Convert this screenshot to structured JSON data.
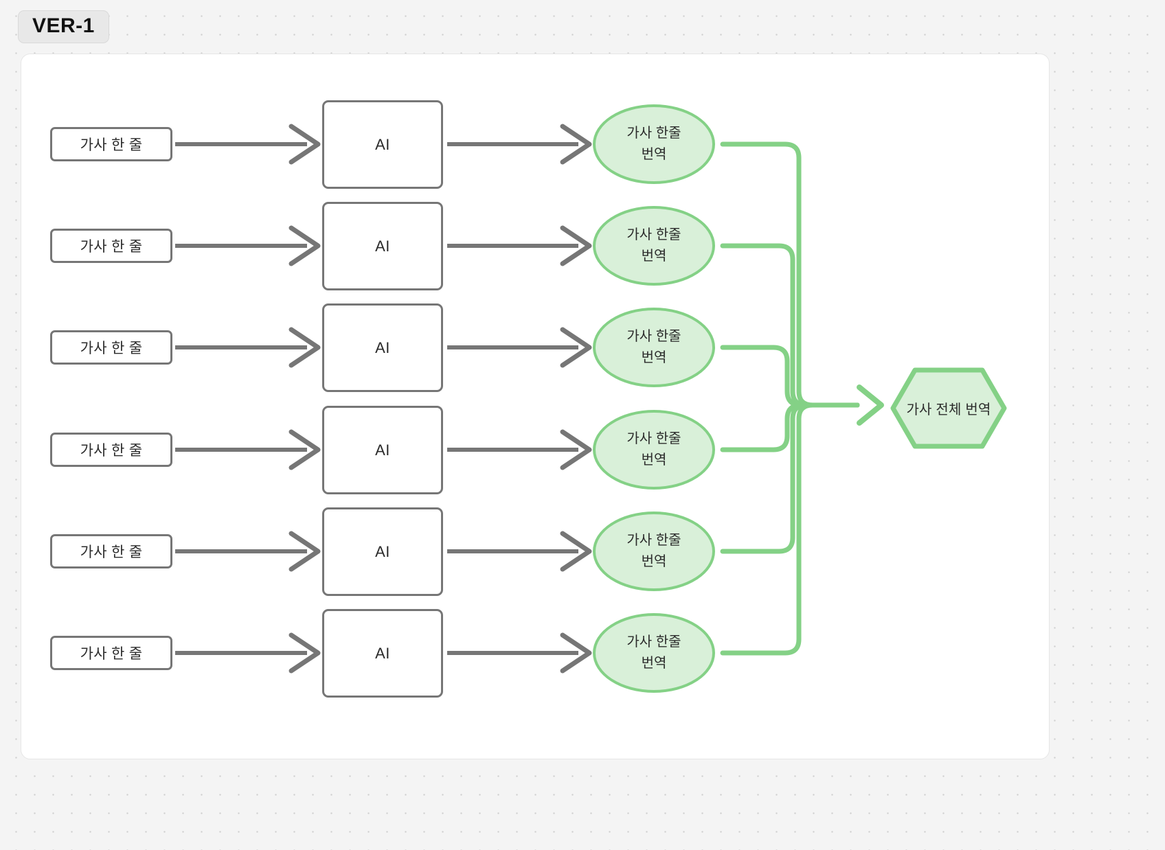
{
  "version_badge": {
    "label": "VER-1"
  },
  "colors": {
    "page_background": "#f4f4f4",
    "grid_dot": "#cfcfcf",
    "canvas_background": "#ffffff",
    "canvas_border": "#e6e6e6",
    "node_gray_border": "#767676",
    "node_text": "#2b2b2b",
    "green_border": "#84d186",
    "green_fill": "#d9f0d9",
    "gray_edge": "#767676",
    "green_edge": "#84d186",
    "badge_background": "#e8e8e8"
  },
  "diagram": {
    "type": "flow-diagram",
    "row_count": 6,
    "rows": [
      {
        "source": {
          "label": "가사 한 줄"
        },
        "processor": {
          "label": "AI"
        },
        "result": {
          "line1": "가사 한줄",
          "line2": "번역"
        }
      },
      {
        "source": {
          "label": "가사 한 줄"
        },
        "processor": {
          "label": "AI"
        },
        "result": {
          "line1": "가사 한줄",
          "line2": "번역"
        }
      },
      {
        "source": {
          "label": "가사 한 줄"
        },
        "processor": {
          "label": "AI"
        },
        "result": {
          "line1": "가사 한줄",
          "line2": "번역"
        }
      },
      {
        "source": {
          "label": "가사 한 줄"
        },
        "processor": {
          "label": "AI"
        },
        "result": {
          "line1": "가사 한줄",
          "line2": "번역"
        }
      },
      {
        "source": {
          "label": "가사 한 줄"
        },
        "processor": {
          "label": "AI"
        },
        "result": {
          "line1": "가사 한줄",
          "line2": "번역"
        }
      },
      {
        "source": {
          "label": "가사 한 줄"
        },
        "processor": {
          "label": "AI"
        },
        "result": {
          "line1": "가사 한줄",
          "line2": "번역"
        }
      }
    ],
    "aggregate": {
      "label": "가사 전체 번역",
      "shape": "hexagon"
    }
  }
}
